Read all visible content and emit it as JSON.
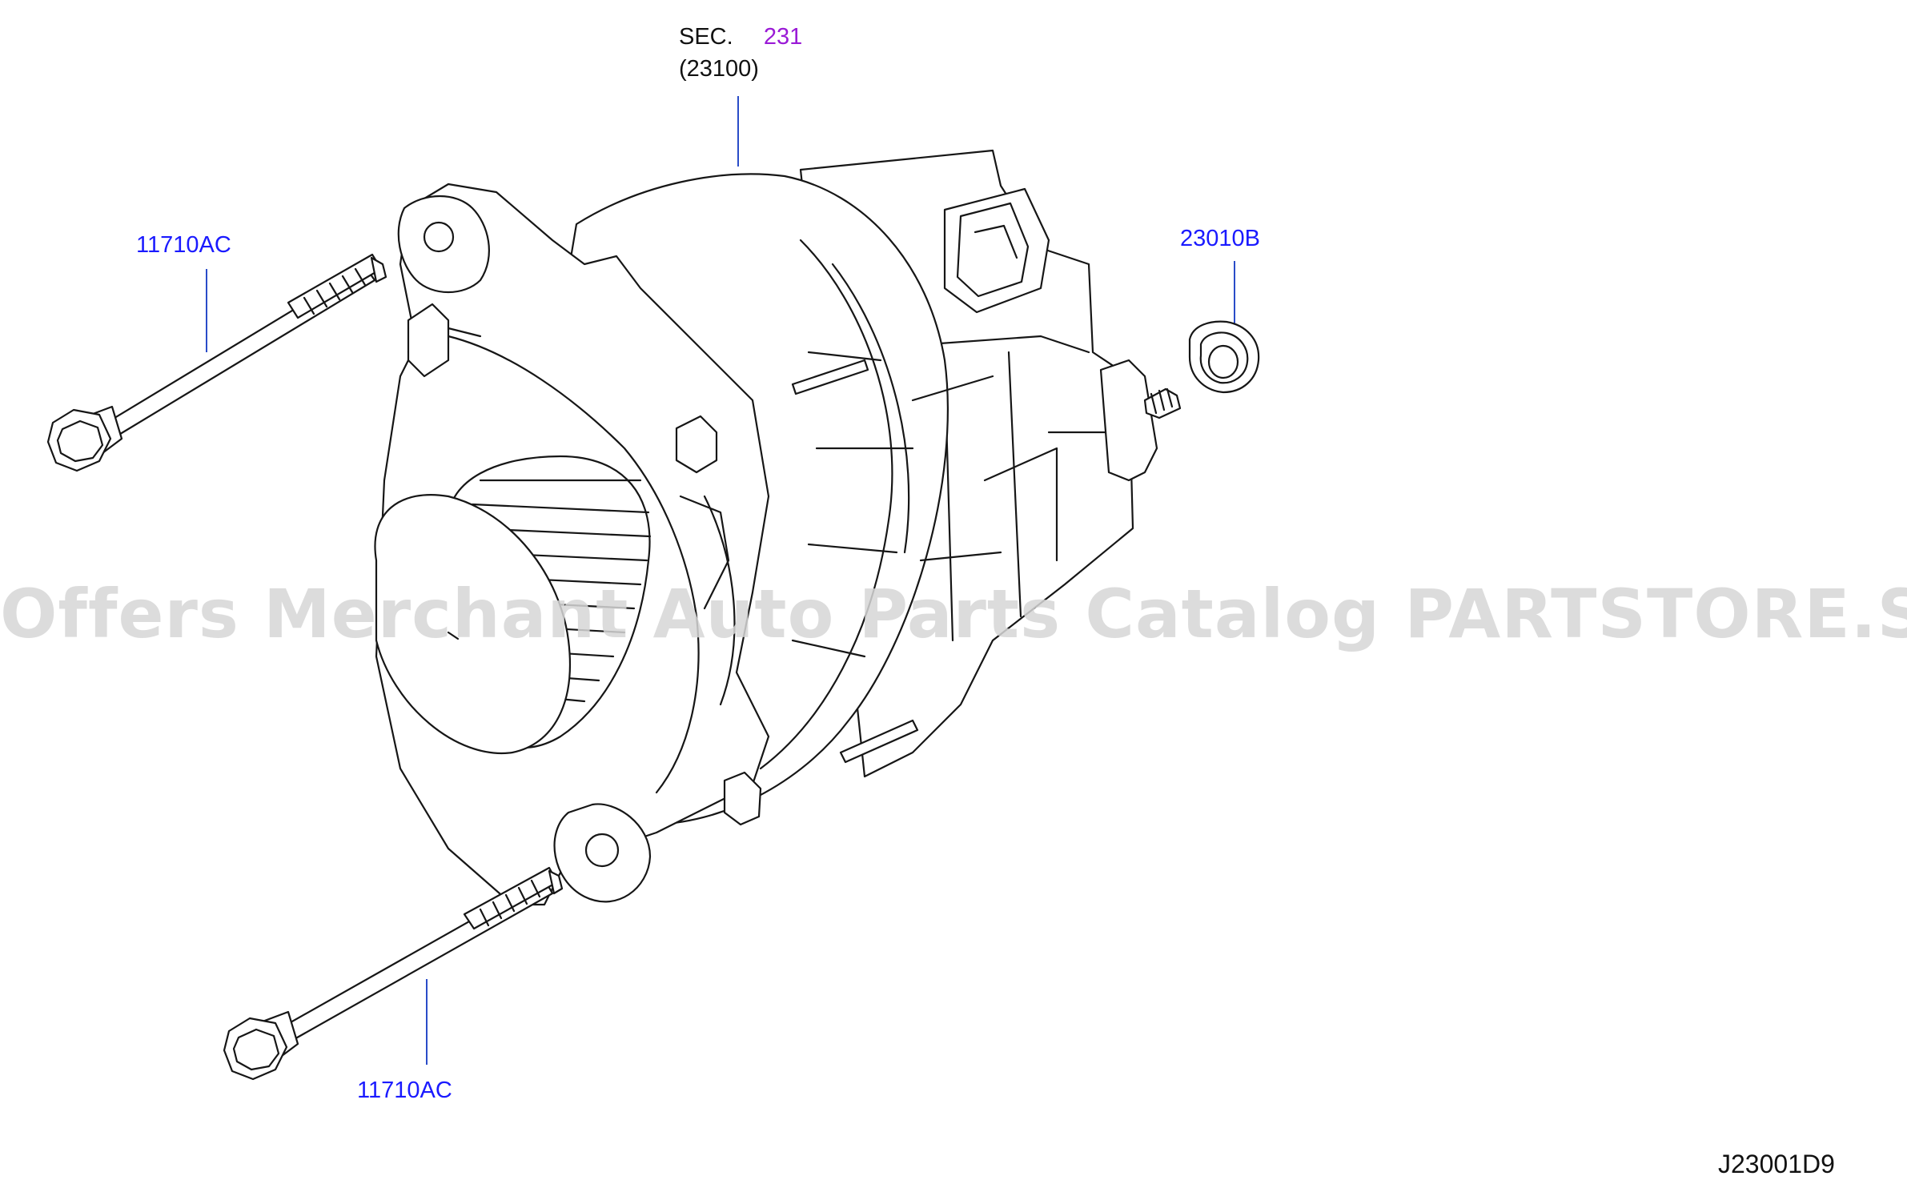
{
  "section": {
    "prefix": "SEC.",
    "number": "231",
    "sub": "(23100)"
  },
  "parts": {
    "bolt_top": "11710AC",
    "bolt_bottom": "11710AC",
    "nut": "23010B"
  },
  "diagram_code": "J23001D9",
  "watermark": "Offers Merchant Auto Parts Catalog PARTSTORE.SA",
  "colors": {
    "part_link": "#1a1aff",
    "section_link": "#9a1ad6",
    "line": "#161616",
    "leader": "#2a4cc8"
  }
}
